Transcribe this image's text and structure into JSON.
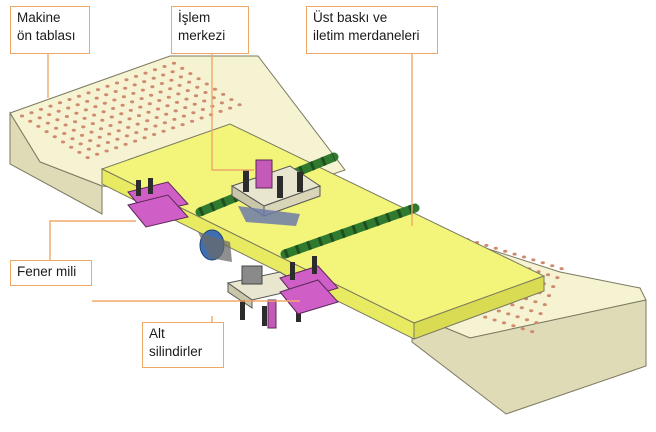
{
  "labels": {
    "makine_on_tablasi": [
      "Makine",
      "ön tablası"
    ],
    "islem_merkezi": [
      "İşlem",
      "merkezi"
    ],
    "ust_baski": [
      "Üst baskı ve",
      "iletim merdaneleri"
    ],
    "fener_mili": [
      "Fener mili"
    ],
    "alt_silindirler": [
      "Alt",
      "silindirler"
    ]
  },
  "colors": {
    "leader_line": "#f0a868",
    "table_top": "#f6f3d2",
    "table_side": "#dedbb6",
    "board": "#f2f57a",
    "roller": "#2f7a2f",
    "bearing_block": "#cf5fc6",
    "motor_block": "#e9e6cf",
    "drive_disk": "#3f6fb3"
  }
}
